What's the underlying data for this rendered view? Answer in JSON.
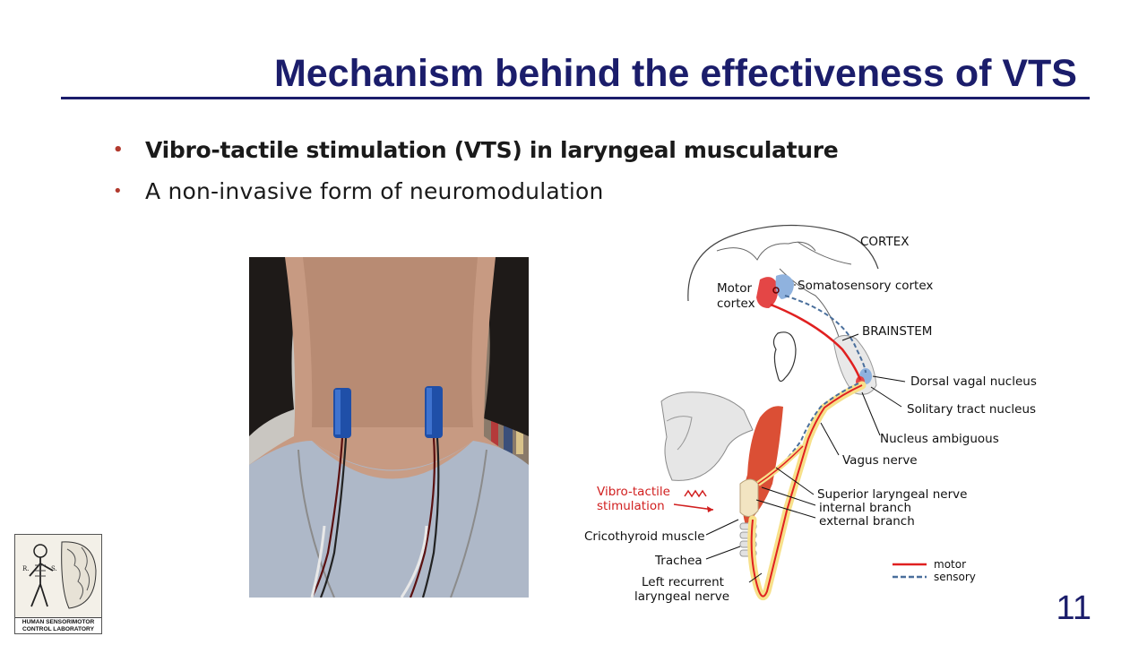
{
  "slide": {
    "title": "Mechanism behind the effectiveness of VTS",
    "bullets": [
      "Vibro-tactile stimulation (VTS) in laryngeal musculature",
      "A non-invasive form of neuromodulation"
    ],
    "page_number": "11"
  },
  "logo": {
    "caption_line1": "HUMAN SENSORIMOTOR",
    "caption_line2": "CONTROL LABORATORY",
    "letters": [
      "R.",
      "S."
    ]
  },
  "diagram": {
    "labels": {
      "cortex": "CORTEX",
      "motor_cortex_1": "Motor",
      "motor_cortex_2": "cortex",
      "somatosensory_cortex": "Somatosensory cortex",
      "brainstem": "BRAINSTEM",
      "dorsal_vagal_nucleus": "Dorsal vagal nucleus",
      "solitary_tract_nucleus": "Solitary tract nucleus",
      "nucleus_ambiguous": "Nucleus ambiguous",
      "vagus_nerve": "Vagus nerve",
      "superior_laryngeal_nerve": "Superior laryngeal nerve",
      "internal_branch": "internal branch",
      "external_branch": "external branch",
      "vts_1": "Vibro-tactile",
      "vts_2": "stimulation",
      "cricothyroid_muscle": "Cricothyroid muscle",
      "trachea": "Trachea",
      "left_recurrent_1": "Left recurrent",
      "left_recurrent_2": "laryngeal nerve"
    },
    "legend": {
      "motor": "motor",
      "sensory": "sensory"
    },
    "colors": {
      "motor": "#e02020",
      "sensory": "#4a6f9c",
      "nerve_fill": "#f7e08a",
      "muscle": "#d9462a"
    }
  }
}
